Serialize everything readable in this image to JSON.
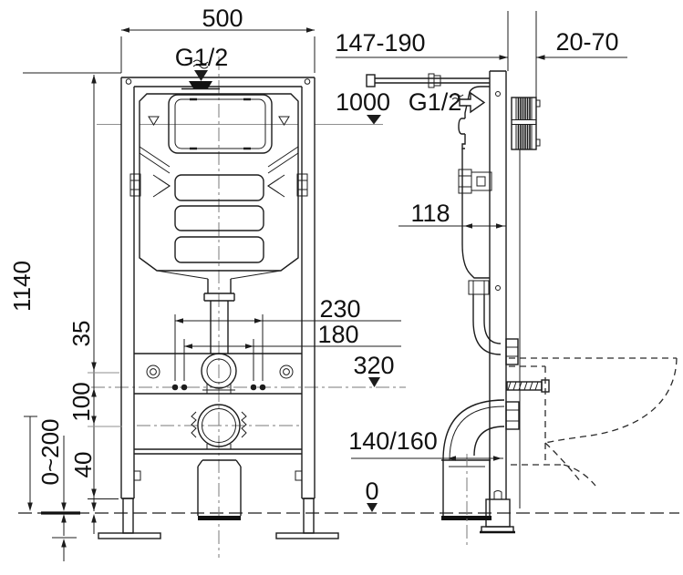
{
  "front": {
    "width": "500",
    "inlet_thread": "G1/2",
    "height": "1140",
    "bolt_spacing_outer": "230",
    "bolt_spacing_inner": "180",
    "offset_top": "35",
    "offset_drain": "100",
    "offset_foot": "40",
    "leg_adjust_range": "0~200"
  },
  "side": {
    "frame_depth_range": "147-190",
    "wall_thickness_range": "20-70",
    "inlet_height": "1000",
    "inlet_thread": "G1/2",
    "cistern_depth": "118",
    "bolt_height": "320",
    "outlet_offset": "140/160",
    "floor_level": "0"
  },
  "colors": {
    "line": "#1c1c1c",
    "thin_reference": "#8f8f8f",
    "background": "#ffffff"
  }
}
